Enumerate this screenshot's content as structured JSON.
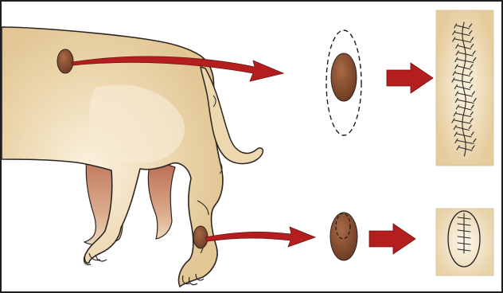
{
  "figure": {
    "panels": [
      {
        "id": "top",
        "lesion_site": "flank",
        "excision": "elliptical",
        "closure": "long-linear-sutures"
      },
      {
        "id": "bottom",
        "lesion_site": "lower-limb",
        "excision": "elliptical",
        "closure": "short-linear-sutures"
      }
    ],
    "colors": {
      "fur": "#ecd7ae",
      "fur_dark": "#c9ac7d",
      "fur_shadow": "#c9836a",
      "lesion": "#7f4a2d",
      "arrow": "#b41e1e",
      "skin_panel": "#ecd6ad",
      "stitch": "#2a2520",
      "outline": "#2b2420"
    },
    "icons": [
      "dog-silhouette",
      "lesion",
      "excision-outline",
      "process-arrow",
      "sutured-wound"
    ]
  }
}
